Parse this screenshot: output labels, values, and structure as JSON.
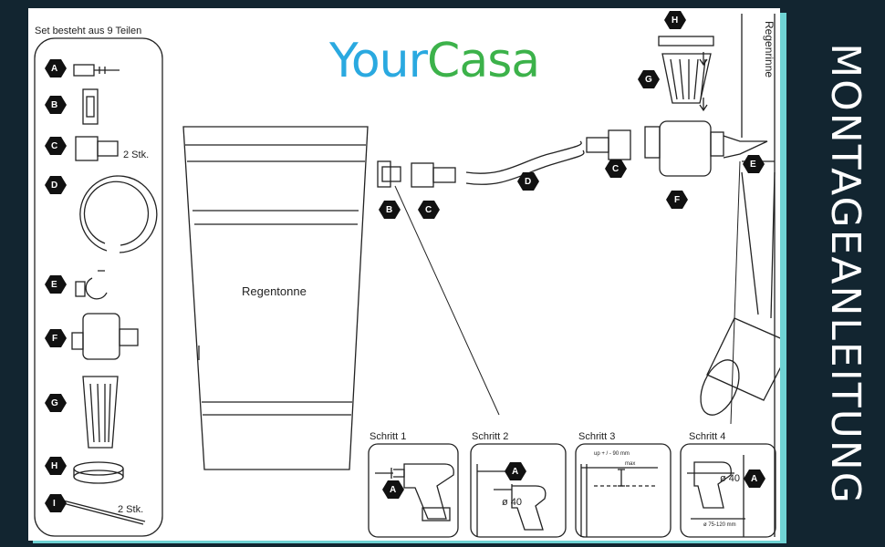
{
  "brand": {
    "part1": "Your",
    "part2": "Casa"
  },
  "side_title": "MONTAGEANLEITUNG",
  "parts_panel": {
    "title": "Set besteht aus 9 Teilen",
    "items": [
      {
        "letter": "A",
        "note": ""
      },
      {
        "letter": "B",
        "note": ""
      },
      {
        "letter": "C",
        "note": "2 Stk."
      },
      {
        "letter": "D",
        "note": ""
      },
      {
        "letter": "E",
        "note": ""
      },
      {
        "letter": "F",
        "note": ""
      },
      {
        "letter": "G",
        "note": ""
      },
      {
        "letter": "H",
        "note": ""
      },
      {
        "letter": "I",
        "note": "2 Stk."
      }
    ]
  },
  "barrel_label": "Regentonne",
  "gutter_label": "Regenrinne",
  "assembly_labels": [
    "B",
    "C",
    "D",
    "C",
    "F",
    "E",
    "G",
    "H"
  ],
  "steps": [
    {
      "title": "Schritt 1",
      "badge": "A",
      "note": ""
    },
    {
      "title": "Schritt 2",
      "badge": "A",
      "note": "ø 40"
    },
    {
      "title": "Schritt 3",
      "badge": "",
      "note": "up + / - 90 mm",
      "note2": "max"
    },
    {
      "title": "Schritt 4",
      "badge": "A",
      "note": "ø 40",
      "note2": "ø 75-120 mm"
    }
  ],
  "colors": {
    "background": "#122530",
    "accent": "#6fd3d4",
    "brand_blue": "#2aa9e0",
    "brand_green": "#3cb24a"
  }
}
